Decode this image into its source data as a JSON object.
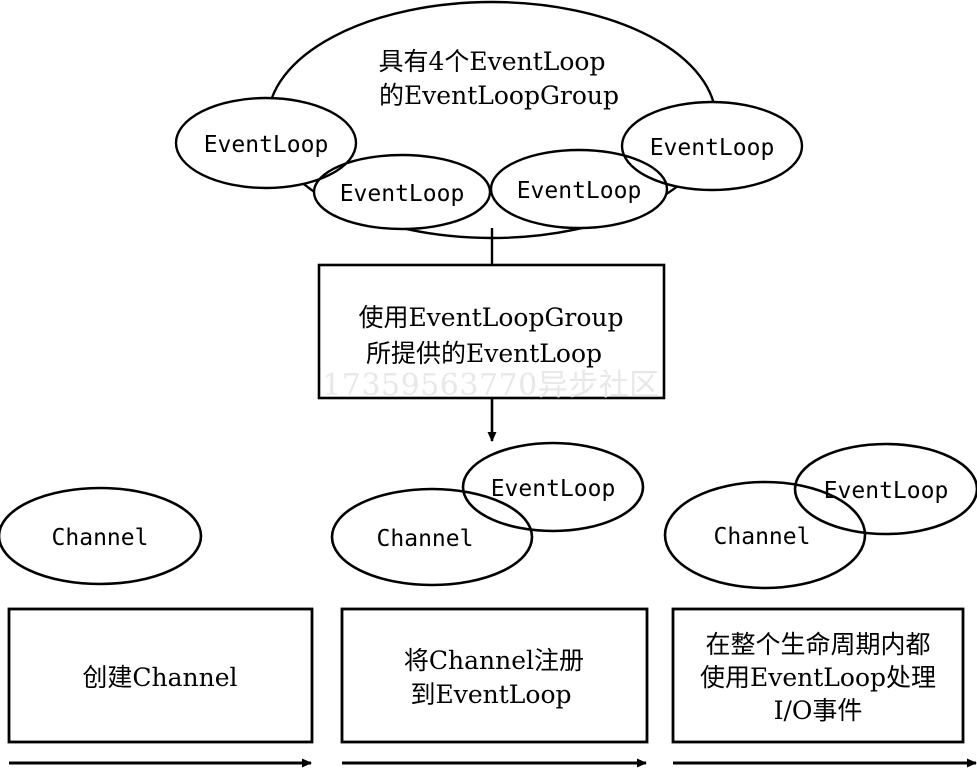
{
  "diagram": {
    "title_hidden": "Netty EventLoopGroup / EventLoop / Channel lifecycle diagram",
    "colors": {
      "stroke": "#000000",
      "fill": "#ffffff",
      "background": "#ffffff",
      "watermark": "#e8e8e8"
    },
    "cloud": {
      "label_line1": "具有4个EventLoop",
      "label_line2": "的EventLoopGroup"
    },
    "event_loops_top": [
      {
        "label": "EventLoop"
      },
      {
        "label": "EventLoop"
      },
      {
        "label": "EventLoop"
      },
      {
        "label": "EventLoop"
      }
    ],
    "middle_box": {
      "line1": "使用EventLoopGroup",
      "line2": "所提供的EventLoop"
    },
    "watermark": {
      "text": "17359563770异步社区"
    },
    "stage_shapes": {
      "left": {
        "channel": "Channel"
      },
      "center": {
        "channel": "Channel",
        "event_loop": "EventLoop"
      },
      "right": {
        "channel": "Channel",
        "event_loop": "EventLoop"
      }
    },
    "stage_boxes": [
      {
        "lines": [
          "创建Channel"
        ]
      },
      {
        "lines": [
          "将Channel注册",
          "到EventLoop"
        ]
      },
      {
        "lines": [
          "在整个生命周期内都",
          "使用EventLoop处理",
          "I/O事件"
        ]
      }
    ],
    "stage_arrows": [
      {
        "name": "stage-1-arrow"
      },
      {
        "name": "stage-2-arrow"
      },
      {
        "name": "stage-3-arrow"
      }
    ]
  }
}
